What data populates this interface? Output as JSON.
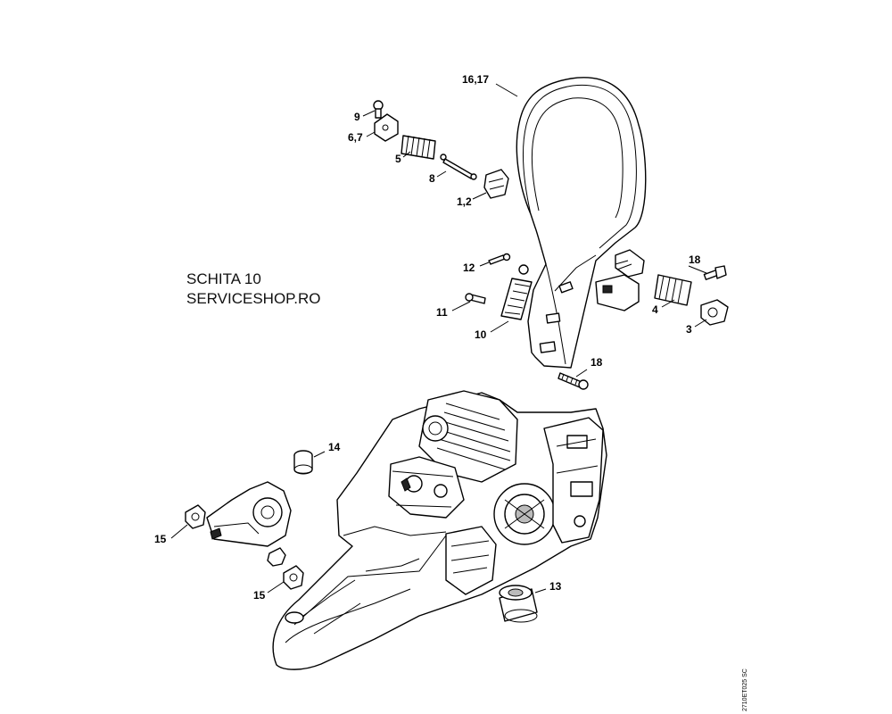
{
  "header": {
    "line1": "SCHITA 10",
    "line2": "SERVICESHOP.RO"
  },
  "doc_ref": "2710ET025 SC",
  "callouts": [
    {
      "id": "c-16-17",
      "label": "16,17"
    },
    {
      "id": "c-9",
      "label": "9"
    },
    {
      "id": "c-6-7",
      "label": "6,7"
    },
    {
      "id": "c-5",
      "label": "5"
    },
    {
      "id": "c-8",
      "label": "8"
    },
    {
      "id": "c-1-2",
      "label": "1,2"
    },
    {
      "id": "c-12",
      "label": "12"
    },
    {
      "id": "c-11",
      "label": "11"
    },
    {
      "id": "c-10",
      "label": "10"
    },
    {
      "id": "c-18a",
      "label": "18"
    },
    {
      "id": "c-4",
      "label": "4"
    },
    {
      "id": "c-3",
      "label": "3"
    },
    {
      "id": "c-18b",
      "label": "18"
    },
    {
      "id": "c-14",
      "label": "14"
    },
    {
      "id": "c-15a",
      "label": "15"
    },
    {
      "id": "c-15b",
      "label": "15"
    },
    {
      "id": "c-13",
      "label": "13"
    }
  ]
}
